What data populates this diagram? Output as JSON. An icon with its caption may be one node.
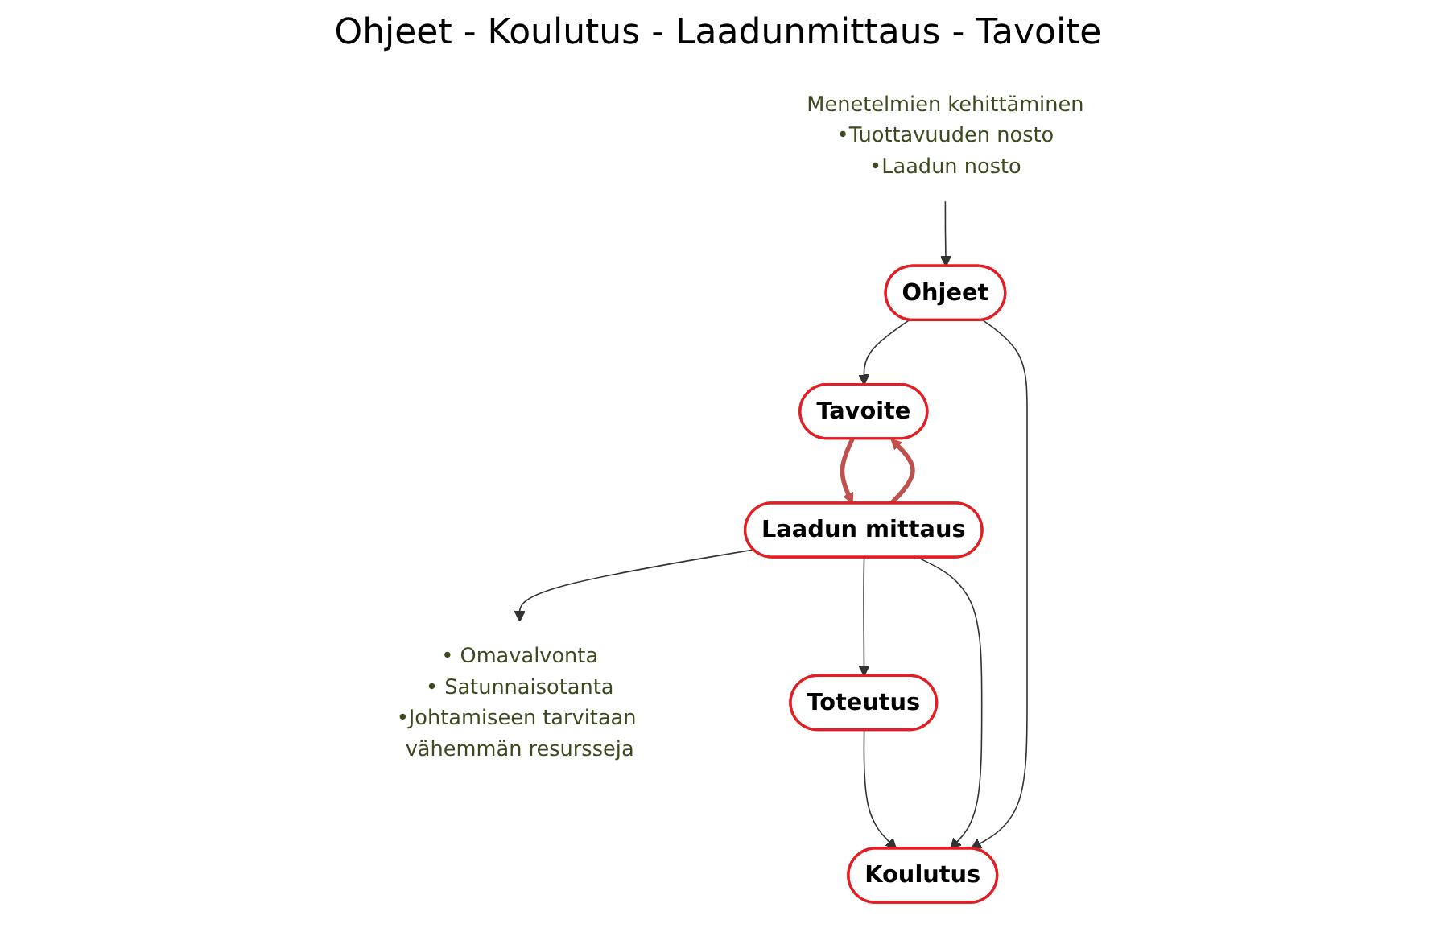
{
  "diagram": {
    "title": "Ohjeet - Koulutus - Laadunmittaus - Tavoite",
    "nodes": [
      {
        "text": [
          "• Omavalvonta",
          "• Satunnaisotanta",
          "•Johtamiseen tarvitaan vähemmän resursseja"
        ]
      },
      {
        "text": [
          "Tavoite"
        ]
      },
      {
        "text": [
          "Menetelmien kehittäminen",
          "•Tuottavuuden nosto",
          "•Laadun nosto"
        ]
      },
      {
        "text": [
          "Laadun mittaus"
        ]
      },
      {
        "text": [
          "Ohjeet"
        ]
      },
      {
        "text": [
          "Toteutus"
        ]
      },
      {
        "text": [
          "Koulutus"
        ]
      }
    ],
    "edges": [
      {
        "from": 3,
        "to": 0,
        "arrow": "to"
      },
      {
        "from": 3,
        "to": 1,
        "arrow": "to",
        "style": "thick",
        "color": "#c0504d"
      },
      {
        "from": 1,
        "to": 3,
        "arrow": "to",
        "style": "thick",
        "color": "#c0504d"
      },
      {
        "from": 4,
        "to": 1,
        "arrow": "to"
      },
      {
        "from": 2,
        "to": 4,
        "arrow": "to"
      },
      {
        "from": 3,
        "to": 5,
        "arrow": "to"
      },
      {
        "from": 3,
        "to": 6,
        "arrow": "to"
      },
      {
        "from": 4,
        "to": 6,
        "arrow": "to"
      },
      {
        "from": 5,
        "to": 6,
        "arrow": "to"
      }
    ]
  }
}
